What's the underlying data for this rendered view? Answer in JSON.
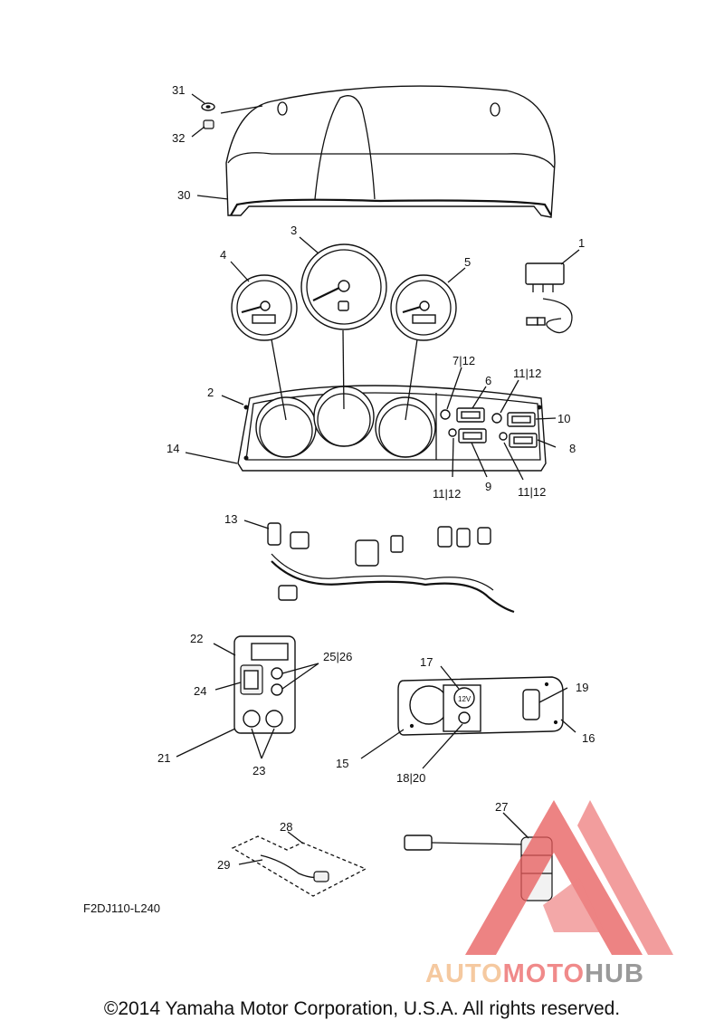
{
  "diagram_code": "F2DJ110-L240",
  "copyright": "©2014 Yamaha Motor Corporation, U.S.A. All rights reserved.",
  "watermark": {
    "part1": "AUTO",
    "part2": "MOTO",
    "part3": "HUB",
    "colors": {
      "auto": "#f5c9a0",
      "moto": "#f08a8a",
      "hub": "#9a9a9a",
      "triangle": "#e85a5a"
    }
  },
  "callouts": {
    "c1": "1",
    "c2": "2",
    "c3": "3",
    "c4": "4",
    "c5": "5",
    "c6": "6",
    "c7_12": "7|12",
    "c8": "8",
    "c9": "9",
    "c10": "10",
    "c11_12a": "11|12",
    "c11_12b": "11|12",
    "c11_12c": "11|12",
    "c13": "13",
    "c14": "14",
    "c15": "15",
    "c16": "16",
    "c17": "17",
    "c18_20": "18|20",
    "c19": "19",
    "c21": "21",
    "c22": "22",
    "c23": "23",
    "c24": "24",
    "c25_26": "25|26",
    "c27": "27",
    "c28": "28",
    "c29": "29",
    "c30": "30",
    "c31": "31",
    "c32": "32"
  },
  "outlet_label": "12V"
}
